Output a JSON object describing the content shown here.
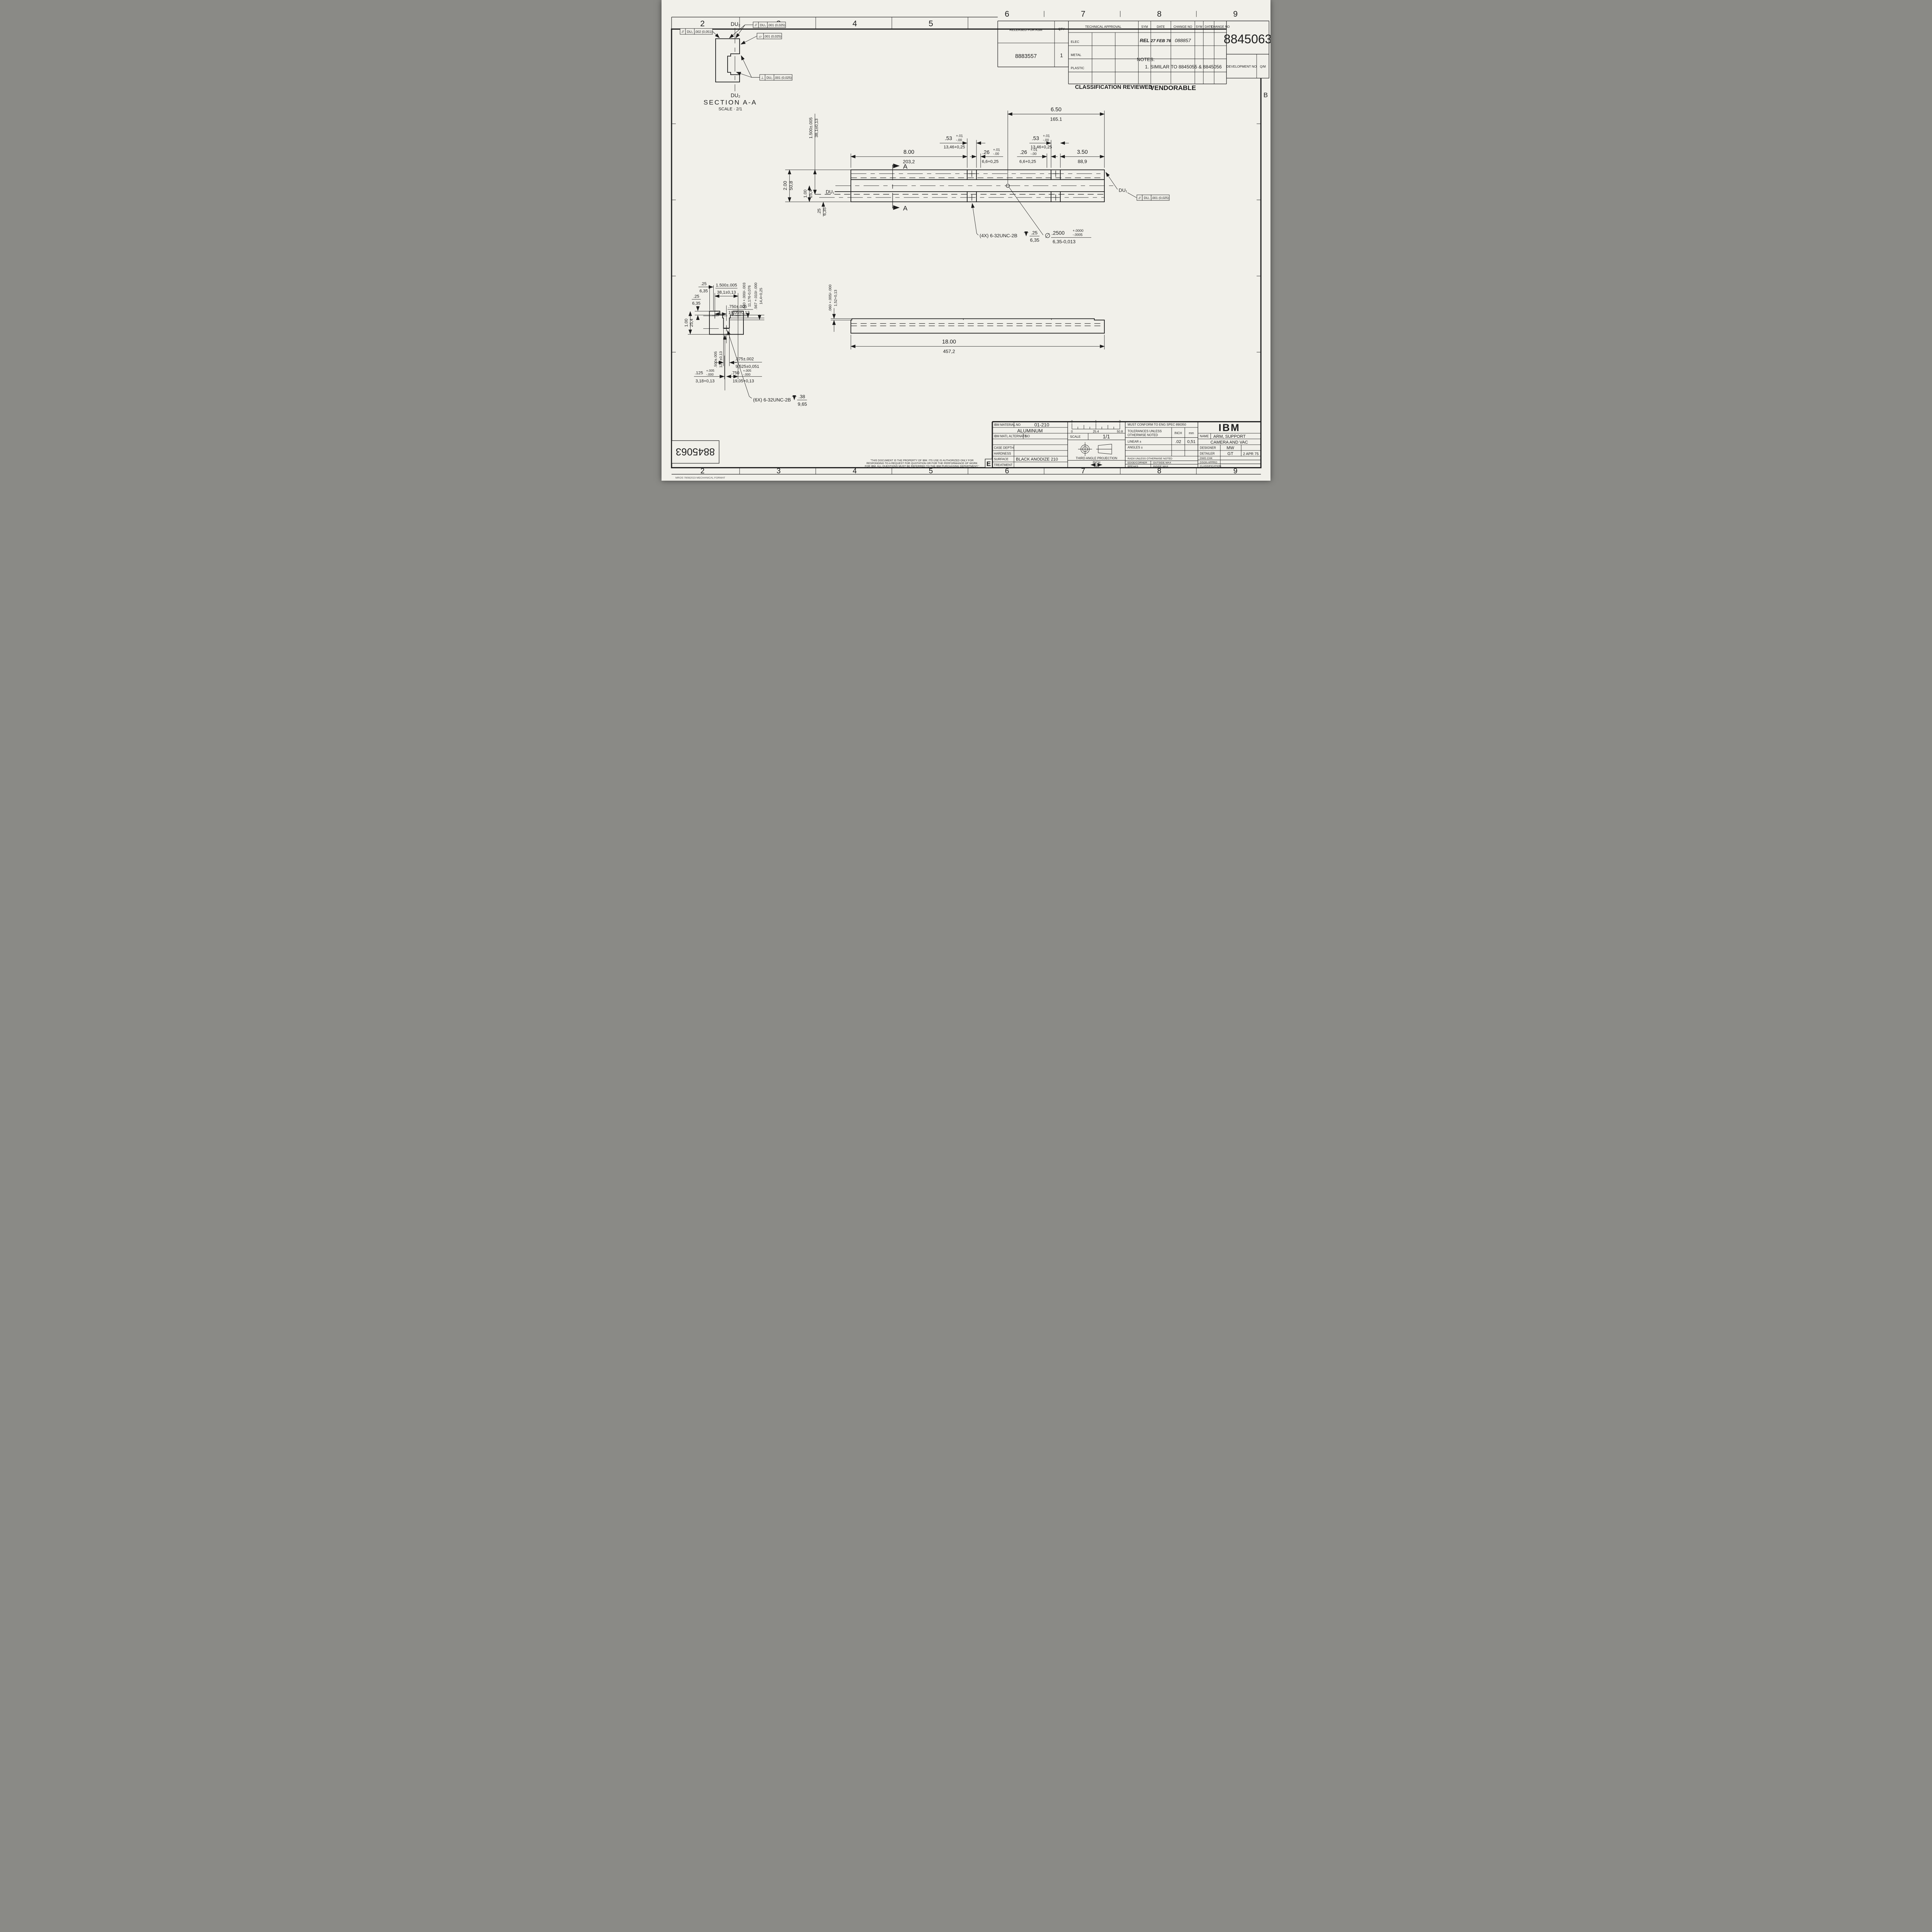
{
  "colors": {
    "paper": "#f1f0ea",
    "ink": "#1c1c1c"
  },
  "border": {
    "zones_top": [
      "2",
      "3",
      "4",
      "5",
      "6",
      "7",
      "8",
      "9"
    ],
    "zones_bottom": [
      "2",
      "3",
      "4",
      "5",
      "6",
      "7",
      "8",
      "9"
    ],
    "zone_letter": "B"
  },
  "header": {
    "released_for_asm": "RELEASED FOR ASM",
    "released_value": "8883557",
    "qty": "QTY",
    "qty_value": "1",
    "technical_approval": "TECHNICAL APPROVAL",
    "row_elec": "ELEC",
    "row_metal": "METAL",
    "row_plastic": "PLASTIC",
    "sym": "SYM",
    "date": "DATE",
    "change_no": "CHANGE NO",
    "entry_sym": "REL",
    "entry_date": "27 FEB 76",
    "entry_change": "088857",
    "part_number": "8845063",
    "development_no": "DEVELOPMENT NO",
    "qm": "Q/M",
    "classification_reviewed": "CLASSIFICATION REVIEWED",
    "vendorable": "VENDORABLE"
  },
  "notes": {
    "title": "NOTES:",
    "item_1": "1.  SIMILAR TO 8845055 & 8845056"
  },
  "section_aa": {
    "datum_top": "DU₂",
    "datum_bottom": "DU₂",
    "title": "SECTION A-A",
    "scale": "SCALE · 2/1",
    "fcf_parallel_051": {
      "sym": "//",
      "datum": "DU₂",
      "tol": ".002 (0,051)"
    },
    "fcf_parallel_025": {
      "sym": "//",
      "datum": "DU₂",
      "tol": ".001 (0,025)"
    },
    "fcf_flatness": {
      "sym": "▱",
      "tol": ".001 (0,025)"
    },
    "fcf_perp": {
      "sym": "⊥",
      "datum": "DU₂",
      "tol": ".001 (0,025)"
    }
  },
  "main_view": {
    "cut_label": "A",
    "datum_left": "DU₁",
    "datum_right": "DU₁",
    "fcf": {
      "sym": "//",
      "datum": "DU₁",
      "tol": ".001 (0,025)"
    },
    "dim_8": {
      "in": "8.00",
      "mm": "203,2"
    },
    "dim_650": {
      "in": "6.50",
      "mm": "165.1"
    },
    "dim_350": {
      "in": "3.50",
      "mm": "88,9"
    },
    "dim_53": {
      "in": ".53",
      "plus": "+.01",
      "minus": "-.00",
      "mm": "13,46+0,25"
    },
    "dim_26": {
      "in": ".26",
      "plus": "+.01",
      "minus": "-.00",
      "mm": "6,6+0,25"
    },
    "dim_1500": {
      "in": "1.500±.005",
      "mm": "38,1±0,13"
    },
    "dim_200": {
      "in": "2.00",
      "mm": "50,8"
    },
    "dim_100": {
      "in": "1.00",
      "mm": "25,4"
    },
    "dim_25": {
      "in": ".25",
      "mm": "6,35"
    },
    "tap4": {
      "label": "(4X) 6-32UNC-2B",
      "depth_in": ".25",
      "depth_mm": "6,35"
    },
    "hole": {
      "dia": "∅",
      "in": ".2500",
      "plus": "+.0000",
      "minus": "-.0005",
      "mm": "6,35-0,013"
    }
  },
  "end_view": {
    "dim_25_top": {
      "in": ".25",
      "mm": "6,35"
    },
    "dim_1500": {
      "in": "1.500±.005",
      "mm": "38,1±0,13"
    },
    "dim_750_top": {
      "in": ".750±.005",
      "mm": "19,05±0,13"
    },
    "dim_25_side": {
      "in": ".25",
      "mm": "6,35"
    },
    "dim_440": {
      "in": ".440 +.000/-.003",
      "mm": "11,176-0,076"
    },
    "dim_567": {
      "in": ".567 +.010/-.000",
      "mm": "14,4+0,25"
    },
    "dim_100": {
      "in": "1.00",
      "mm": "25,4"
    },
    "dim_500": {
      "in": ".500±.005",
      "mm": "12,7±0,13"
    },
    "dim_375": {
      "in": ".375±.002",
      "mm": "9,525±0,051"
    },
    "dim_125": {
      "in": ".125",
      "plus": "+.005",
      "minus": "-.000",
      "mm": "3,18+0,13"
    },
    "dim_750_bot": {
      "in": ".750",
      "plus": "+.005",
      "minus": "-.000",
      "mm": "19,05+0,13"
    },
    "tap6": {
      "label": "(6X) 6-32UNC-2B",
      "depth_in": ".38",
      "depth_mm": "9,65"
    }
  },
  "bottom_view": {
    "dim_18": {
      "in": "18.00",
      "mm": "457,2"
    },
    "dim_060": {
      "in": ".060 +.005/-.000",
      "mm": "1,52+0,13"
    }
  },
  "title_block": {
    "ibm_material": "IBM MATERIAL",
    "no_label": "NO",
    "material_no": "01-210",
    "material_name": "ALUMINUM",
    "ibm_matl_alternate": "IBM MATL ALTERNATE",
    "alt_no_label": "NO",
    "case_depth": "CASE DEPTH",
    "hardness": "HARDNESS",
    "surface": "SURFACE",
    "surface_value": "BLACK ANODIZE 210",
    "treatment": "TREATMENT",
    "scale_label": "SCALE",
    "scale_value": "1/1",
    "ruler_in": [
      "0",
      "1",
      "2"
    ],
    "ruler_mm": [
      "0",
      "25.4",
      "50.8"
    ],
    "projection": "THIRD ANGLE PROJECTION",
    "inch": "INCH",
    "mm": "mm",
    "must_conform": "MUST CONFORM TO ENG SPEC  890350",
    "tolerances_1": "TOLERANCES UNLESS",
    "tolerances_2": "OTHERWISE NOTED",
    "col_inch": "INCH",
    "col_mm": "mm",
    "linear": "LINEAR ±",
    "linear_inch": ".02",
    "linear_mm": "0,51",
    "angles": "ANGLES ±",
    "radii": "RADII UNLESS OTHERWISE NOTED",
    "edge_corner": "EDGE/CORNER",
    "outside_max": "OUTSIDE MAX",
    "breaks": "BREAKS",
    "inside_max": "INSIDE MAX",
    "ibm_logo": "IBM",
    "name_label": "NAME",
    "name_1": "ARM, SUPPORT",
    "name_2": "CAMERA AND VAC",
    "designer": "DESIGNER",
    "designer_value": "MW",
    "detailer": "DETAILER",
    "detailer_value": "GT",
    "detail_date": "2 APR 75",
    "dwg_chk": "DWG CHK",
    "dsgn_appro": "DSGN APPRO",
    "classification": "CLASSIFICATION",
    "disclaimer_1": "\"THIS DOCUMENT IS THE PROPERTY OF IBM. ITS USE IS AUTHORIZED ONLY FOR",
    "disclaimer_2": "RESPONDING TO A REQUEST FOR QUOTATION OR FOR THE PERFORMANCE OF WORK",
    "disclaimer_3": "FOR IBM. ALL QUESTIONS MUST BE REFERRED TO THE IBM PURCHASING DEPARTMENT.\"",
    "sheet_size": "E"
  },
  "footer": {
    "doc_number": "8845063",
    "microprint": "MROS 78082023       MECHANICAL FORMAT"
  }
}
